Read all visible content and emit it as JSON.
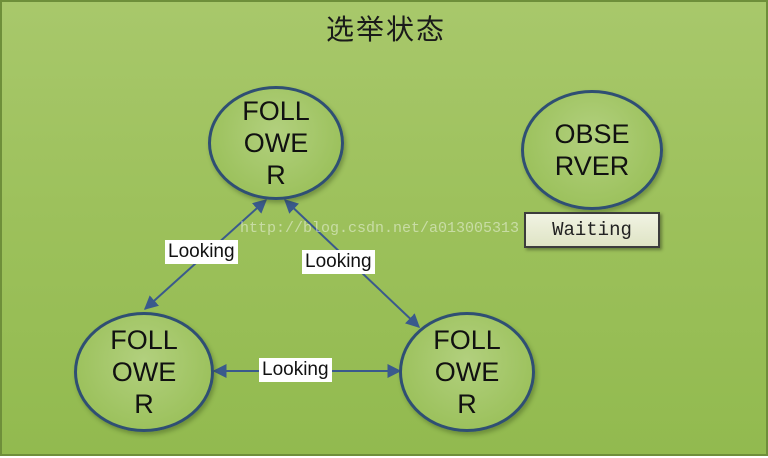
{
  "title": "选举状态",
  "nodes": {
    "top": "FOLL OWER",
    "left": "FOLL OWER",
    "right": "FOLL OWER",
    "observer": "OBSE RVER"
  },
  "edges": {
    "top_left": "Looking",
    "top_right": "Looking",
    "left_right": "Looking"
  },
  "observer_status": "Waiting",
  "watermark": "http://blog.csdn.net/a013005313",
  "colors": {
    "background": "#9dc15c",
    "node_border": "#2f4f73",
    "arrow": "#3a5a8c"
  }
}
